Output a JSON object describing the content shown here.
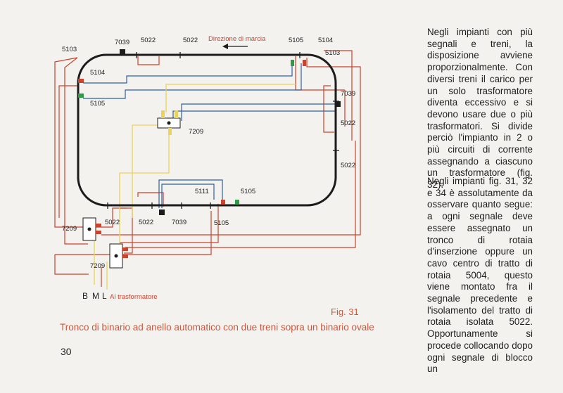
{
  "diagram": {
    "direction_label": "Direzione di marcia",
    "transformer_label": "Al trasformatore",
    "terminals": [
      "B",
      "M",
      "L"
    ],
    "labels": {
      "l7039_top": "7039",
      "l5022_top_a": "5022",
      "l5022_top_b": "5022",
      "l5105_top": "5105",
      "l5104_top": "5104",
      "l5103_right": "5103",
      "l5103_left": "5103",
      "l5104_left": "5104",
      "l5105_left": "5105",
      "l7039_right": "7039",
      "l5022_right_a": "5022",
      "l5022_right_b": "5022",
      "l7209_center": "7209",
      "l5111": "5111",
      "l5105_bottom_a": "5105",
      "l5105_bottom_b": "5105",
      "l5022_bottom_a": "5022",
      "l5022_bottom_b": "5022",
      "l7039_bottom": "7039",
      "l7209_lower_a": "7209",
      "l7209_lower_b": "7209"
    },
    "colors": {
      "track": "#1c1c1c",
      "red_wire": "#c9432d",
      "blue_wire": "#2f5fa8",
      "yellow_wire": "#e9d35a",
      "green_signal": "#2e9b45"
    }
  },
  "figure": {
    "number": "Fig. 31",
    "caption": "Tronco di binario ad anello automatico con due treni sopra un binario ovale"
  },
  "page_number": "30",
  "text": {
    "paragraph1": "Negli impianti con più segnali e treni, la disposizione avviene proporzionalmente. Con diversi treni il carico per un solo trasformatore diventa eccessivo e si devono usare due o più trasformatori. Si divide perciò l'impianto in 2 o più circuiti di corrente assegnando a ciascuno un trasformatore (fig. 32).",
    "paragraph2": "Negli impianti fig. 31, 32 e 34 è assolutamente da osservare quanto segue: a ogni segnale deve essere assegnato un tronco di rotaia d'inserzione oppure un cavo centro di tratto di rotaia 5004, questo viene montato fra il segnale precedente e l'isolamento del tratto di rotaia isolata 5022. Opportunamente si procede collocando dopo ogni segnale di blocco un"
  }
}
